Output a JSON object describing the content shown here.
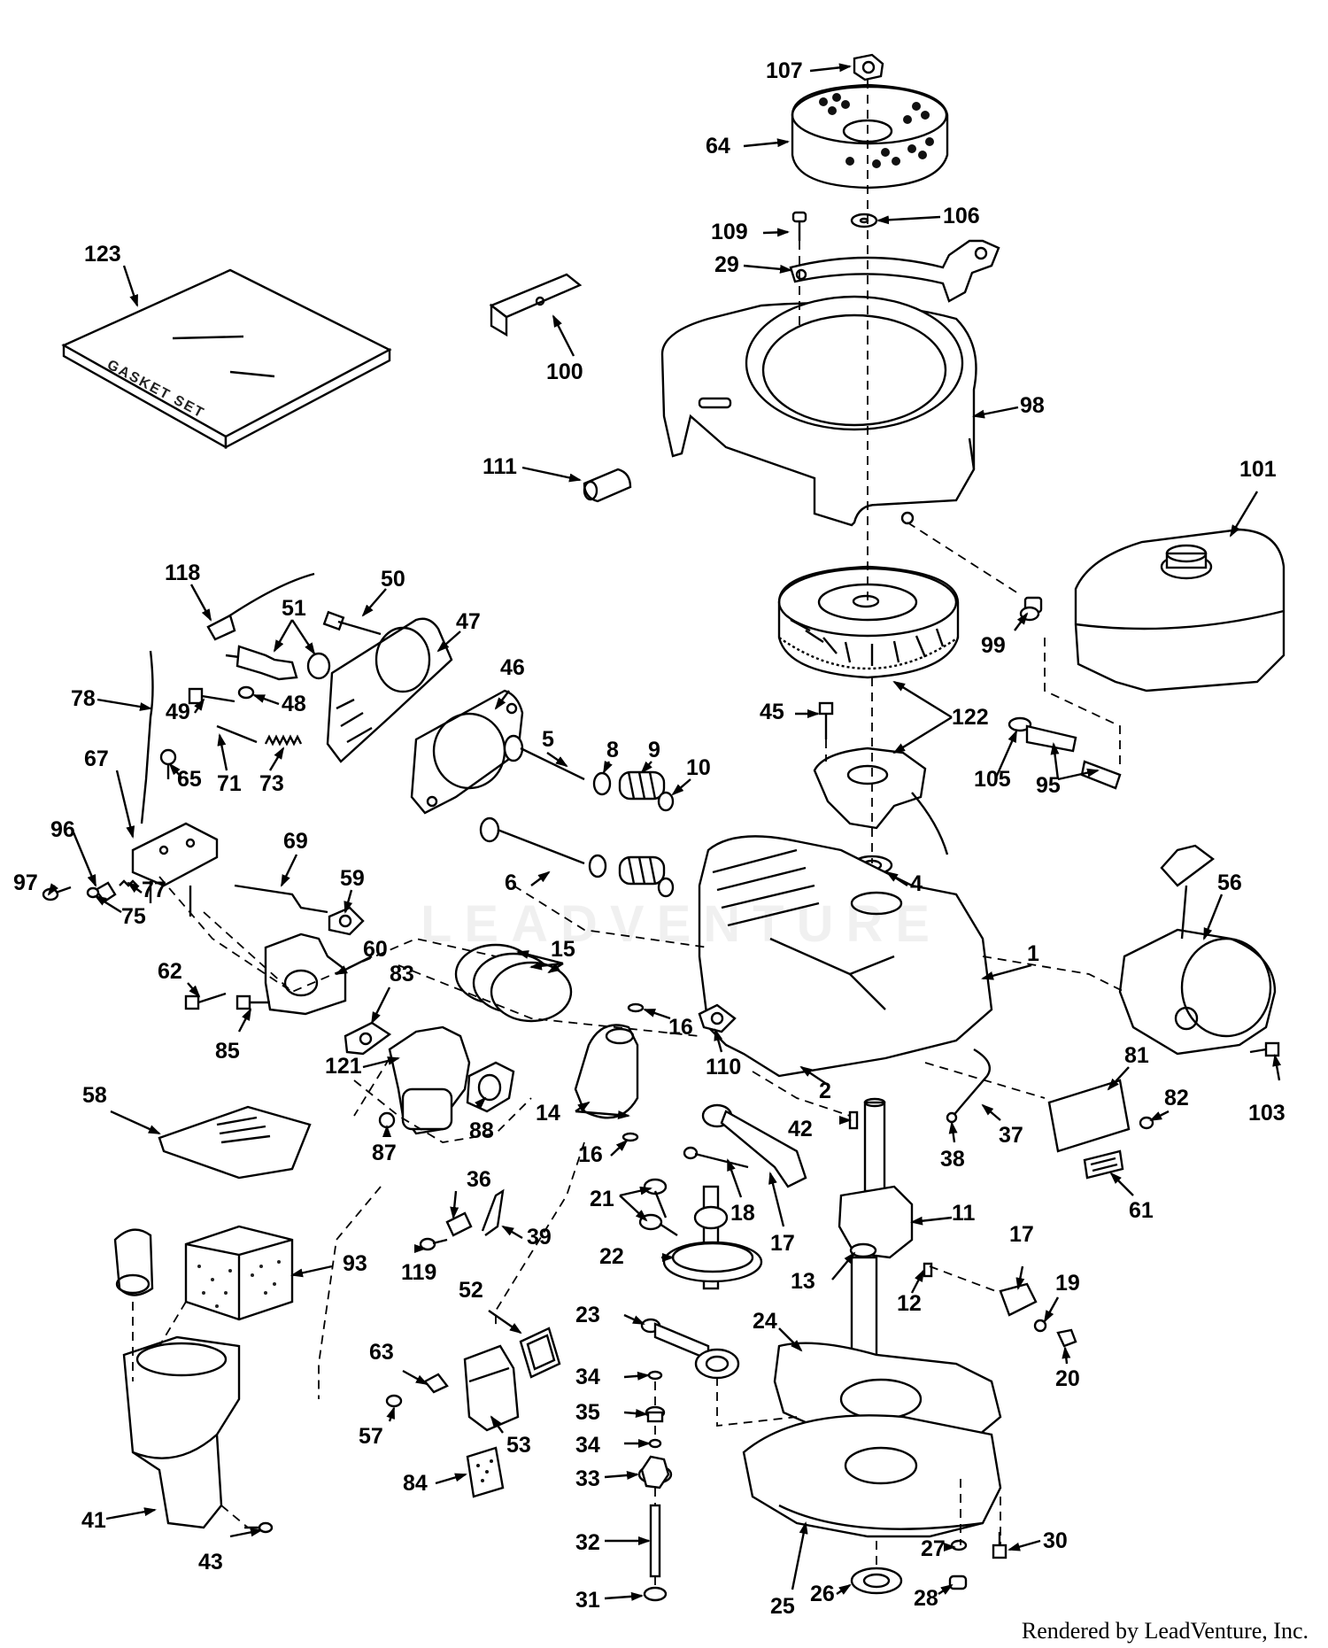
{
  "callouts": [
    "107",
    "64",
    "109",
    "106",
    "29",
    "123",
    "100",
    "98",
    "111",
    "101",
    "118",
    "50",
    "51",
    "47",
    "99",
    "78",
    "49",
    "48",
    "46",
    "122",
    "45",
    "105",
    "95",
    "67",
    "65",
    "71",
    "73",
    "5",
    "8",
    "9",
    "10",
    "96",
    "97",
    "69",
    "77",
    "75",
    "6",
    "4",
    "56",
    "59",
    "62",
    "60",
    "83",
    "15",
    "1",
    "85",
    "16",
    "110",
    "121",
    "58",
    "14",
    "2",
    "81",
    "82",
    "103",
    "87",
    "88",
    "42",
    "37",
    "38",
    "61",
    "16",
    "36",
    "21",
    "18",
    "17",
    "11",
    "39",
    "93",
    "119",
    "22",
    "13",
    "12",
    "17",
    "19",
    "52",
    "23",
    "24",
    "20",
    "63",
    "34",
    "35",
    "57",
    "53",
    "34",
    "84",
    "33",
    "41",
    "43",
    "32",
    "30",
    "27",
    "31",
    "25",
    "26",
    "28"
  ],
  "box_label": "GASKET SET",
  "watermark": "LEADVENTURE",
  "footer": "Rendered by LeadVenture, Inc."
}
